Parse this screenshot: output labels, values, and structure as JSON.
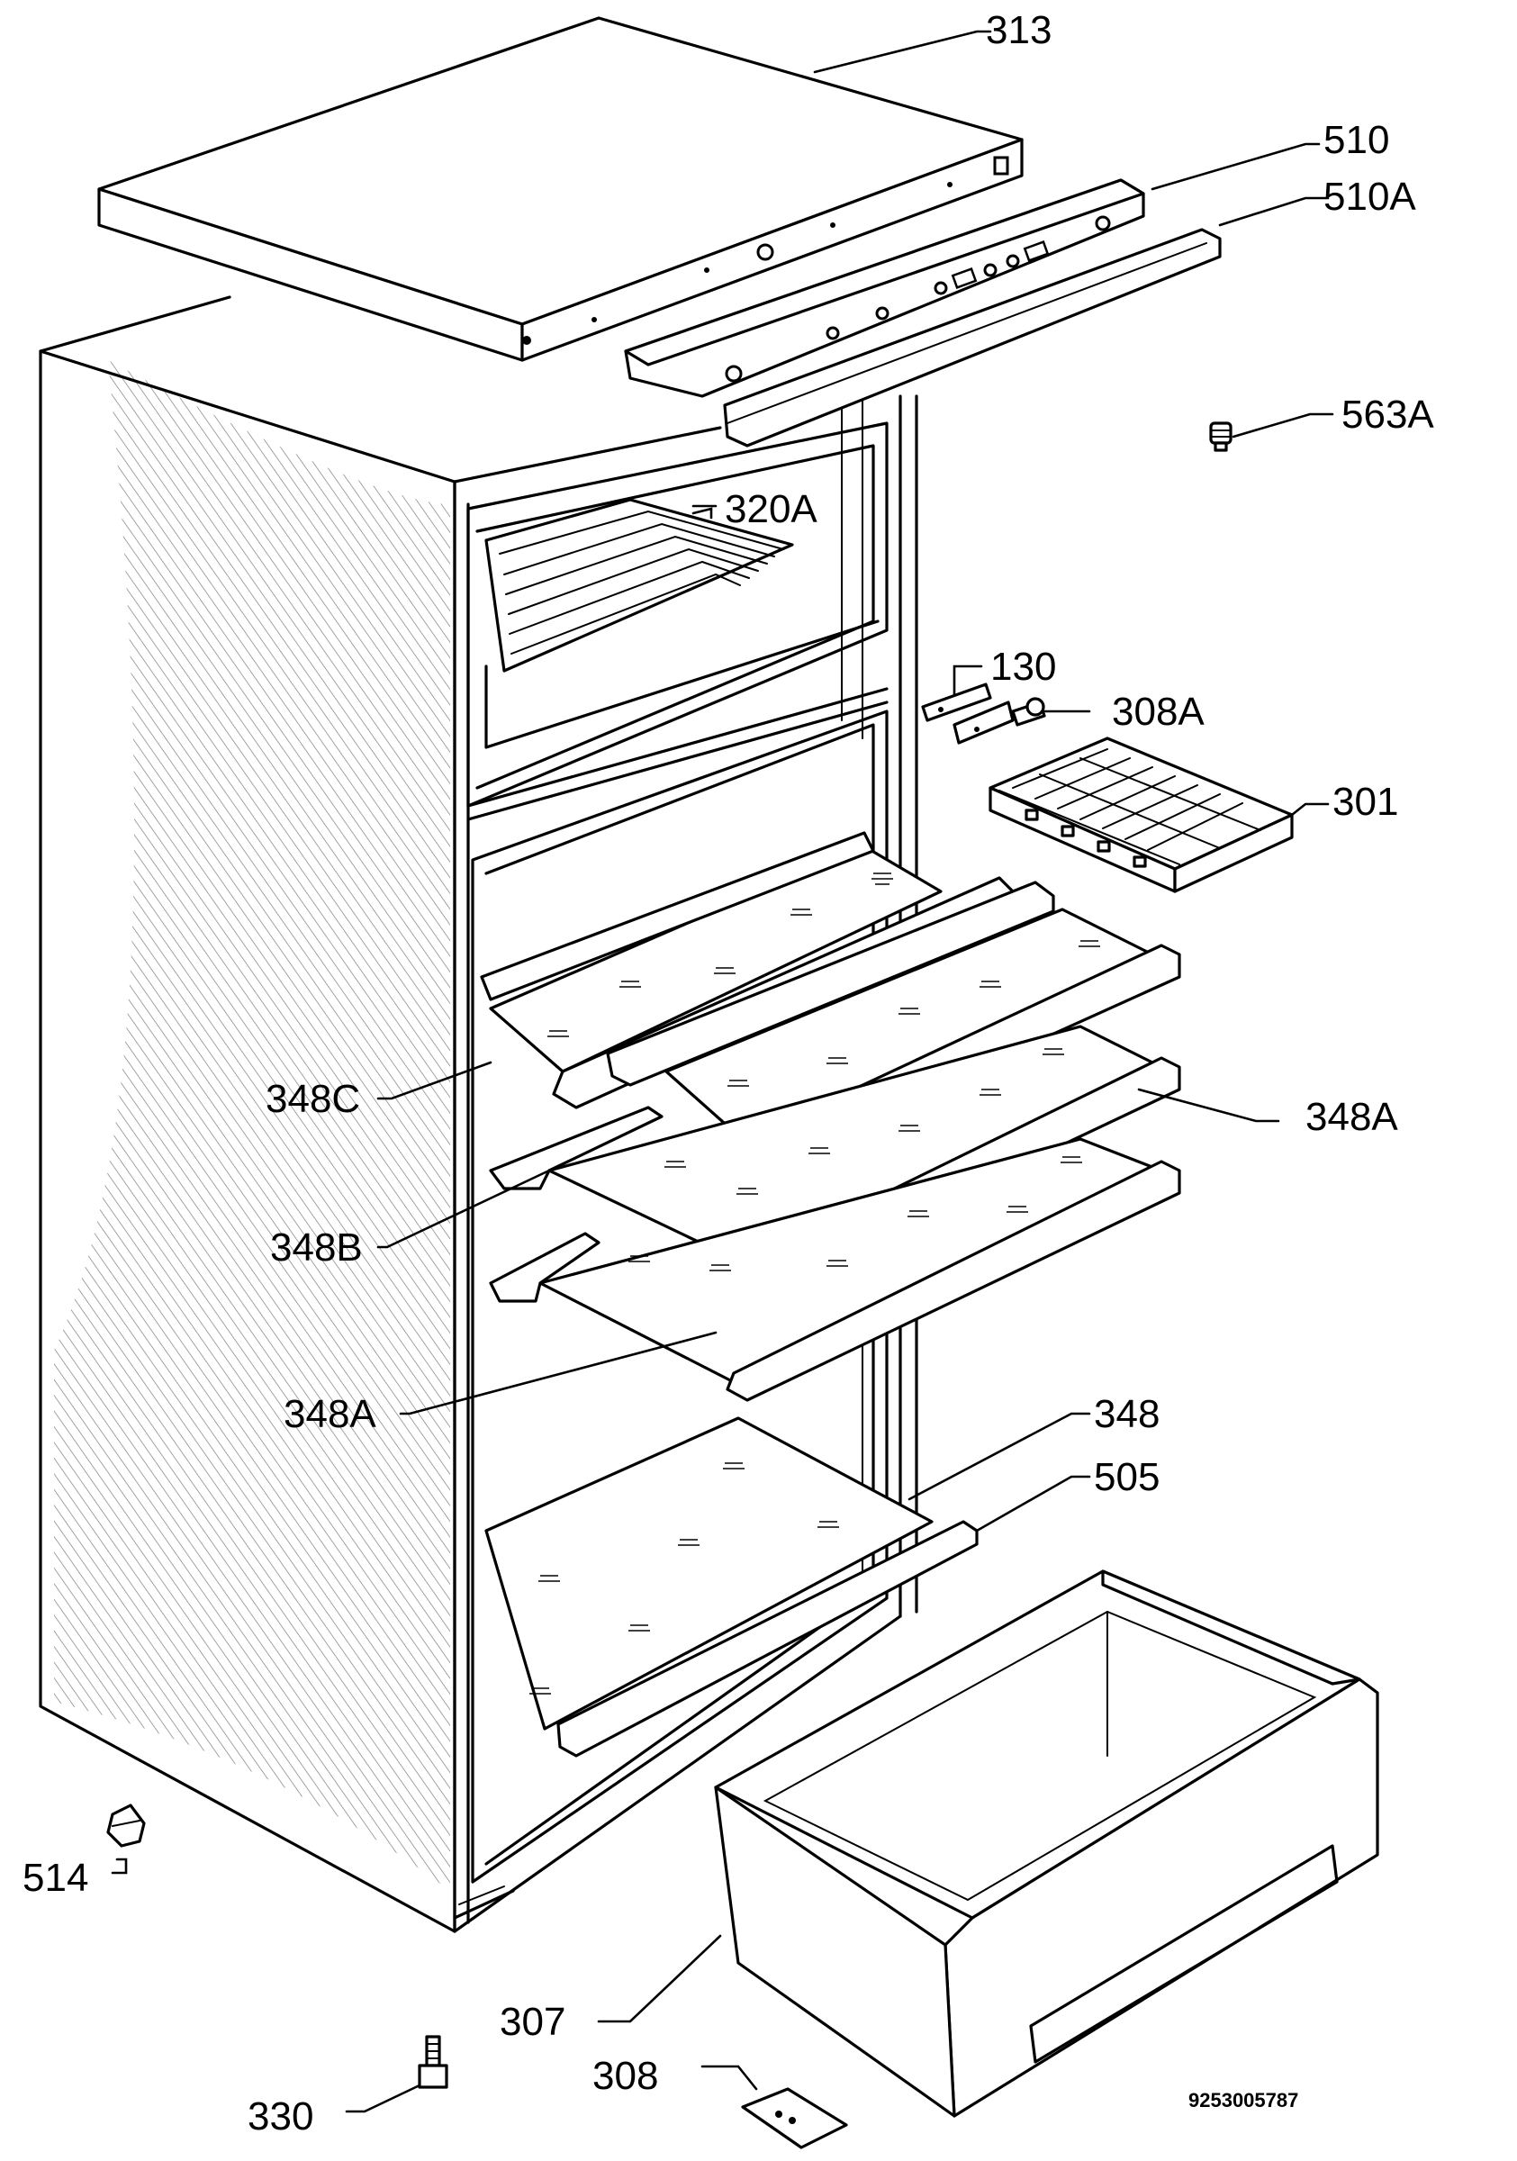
{
  "labels": {
    "l313": "313",
    "l510": "510",
    "l510a": "510A",
    "l563a": "563A",
    "l320a": "320A",
    "l130": "130",
    "l308a": "308A",
    "l301": "301",
    "l348c": "348C",
    "l348a_right": "348A",
    "l348b": "348B",
    "l348a_left": "348A",
    "l348": "348",
    "l505": "505",
    "l514": "514",
    "l307": "307",
    "l308": "308",
    "l330": "330"
  },
  "diagram_code": "9253005787"
}
